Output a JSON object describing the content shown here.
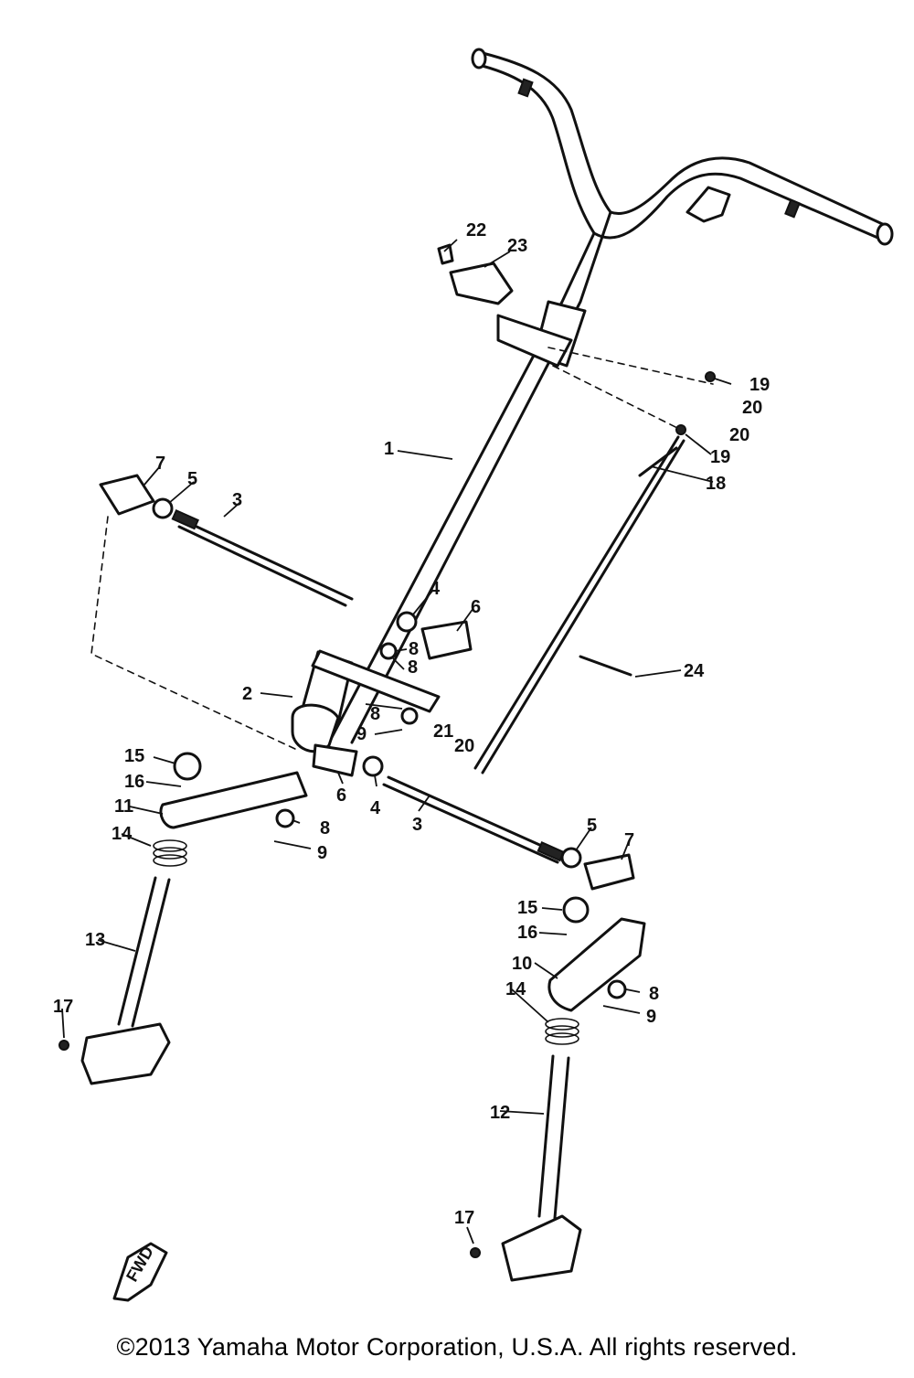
{
  "diagram": {
    "labels": {
      "c1": "1",
      "c2": "2",
      "c3a": "3",
      "c3b": "3",
      "c4a": "4",
      "c4b": "4",
      "c5a": "5",
      "c5b": "5",
      "c6a": "6",
      "c6b": "6",
      "c7a": "7",
      "c7b": "7",
      "c8a": "8",
      "c8b": "8",
      "c8c": "8",
      "c8d": "8",
      "c8e": "8",
      "c9a": "9",
      "c9b": "9",
      "c9c": "9",
      "c10": "10",
      "c11": "11",
      "c12": "12",
      "c13": "13",
      "c14a": "14",
      "c14b": "14",
      "c15a": "15",
      "c15b": "15",
      "c16a": "16",
      "c16b": "16",
      "c17a": "17",
      "c17b": "17",
      "c18": "18",
      "c19a": "19",
      "c19b": "19",
      "c20a": "20",
      "c20b": "20",
      "c20c": "20",
      "c21": "21",
      "c22": "22",
      "c23": "23",
      "c24": "24"
    },
    "fwd_mark": "FWD"
  },
  "footer": {
    "copyright": "©2013 Yamaha Motor Corporation, U.S.A. All rights reserved."
  }
}
